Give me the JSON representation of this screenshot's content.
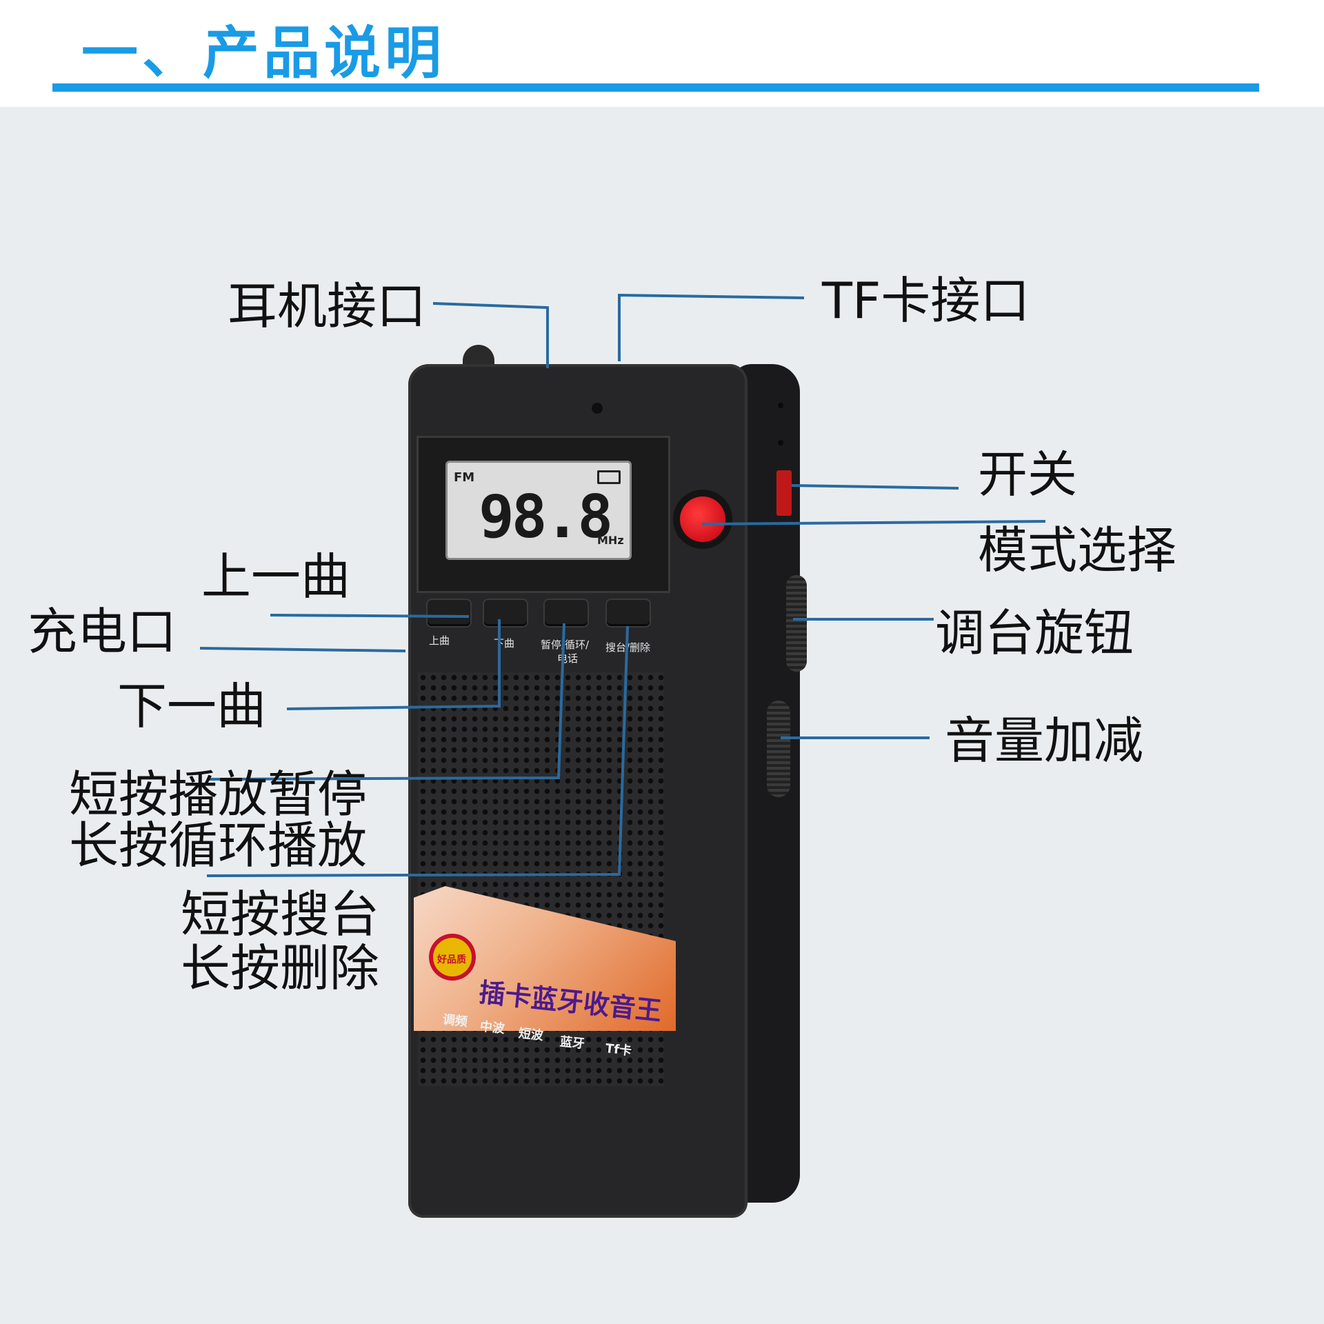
{
  "header": {
    "title": "一、产品说明",
    "accent_color": "#1a9be6"
  },
  "callouts": {
    "headphone_jack": "耳机接口",
    "tf_slot": "TF卡接口",
    "power_switch": "开关",
    "mode_select": "模式选择",
    "prev_track": "上一曲",
    "charge_port": "充电口",
    "tuning_knob": "调台旋钮",
    "next_track": "下一曲",
    "volume": "音量加减",
    "play_short": "短按播放暂停",
    "play_long": "长按循环播放",
    "search_short": "短按搜台",
    "search_long": "长按删除"
  },
  "device": {
    "lcd": {
      "band": "FM",
      "frequency": "98.8",
      "unit": "MHz"
    },
    "buttons": {
      "prev": "上曲",
      "next": "下曲",
      "play": "暂停/循环/",
      "play_line2": "电话",
      "search": "搜台/删除"
    },
    "badge": "好品质",
    "sticker_title": "插卡蓝牙收音王",
    "features": [
      "调频",
      "中波",
      "短波",
      "蓝牙",
      "Tf卡"
    ],
    "mode_button_color": "#e01020"
  },
  "line_color": "#2a6aa0"
}
